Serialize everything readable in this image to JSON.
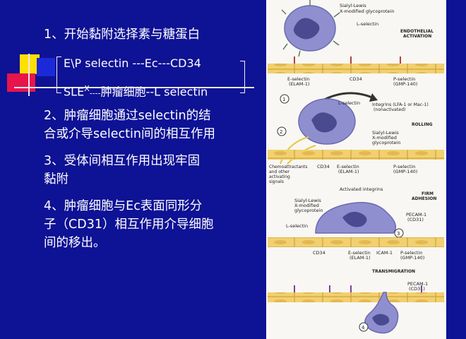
{
  "slide": {
    "point1": "1、开始黏附选择素与糖蛋白",
    "sub1": "E\\P selectin ---Ec---CD34",
    "sub2_prefix": "SLE",
    "sub2_sup": "X",
    "sub2_dashes": "----",
    "sub2_suffix": "肿瘤细胞--L selectin",
    "point2_line1": "2、肿瘤细胞通过selectin的结",
    "point2_line2": "合或介导selectin间的相互作用",
    "point3_line1": "3、受体间相互作用出现牢固",
    "point3_line2": "黏附",
    "point4_line1": "4、肿瘤细胞与Ec表面同形分",
    "point4_line2": "子（CD31）相互作用介导细胞",
    "point4_line3": "间的移出。"
  },
  "figure": {
    "stage1": {
      "title_line1": "ENDOTHELIAL",
      "title_line2": "ACTIVATION",
      "glyco_line1": "Sialyl-Lewis",
      "glyco_line2": "X-modified glycoprotein",
      "lselectin": "L-selectin",
      "eselectin_line1": "E-selectin",
      "eselectin_line2": "(ELAM-1)",
      "cd34": "CD34",
      "pselectin_line1": "P-selectin",
      "pselectin_line2": "(GMP-140)"
    },
    "stage2": {
      "title": "ROLLING",
      "step1": "1",
      "step2": "2",
      "lselectin": "L-selectin",
      "integrins_line1": "Integrins (LFA-1 or Mac-1)",
      "integrins_line2": "(nonactivated)",
      "glyco_line1": "Sialyl-Lewis",
      "glyco_line2": "X-modified",
      "glyco_line3": "glycoprotein",
      "chemo_line1": "Chemoattractants",
      "chemo_line2": "and other",
      "chemo_line3": "activating",
      "chemo_line4": "signals",
      "cd34": "CD34",
      "eselectin_line1": "E-selectin",
      "eselectin_line2": "(ELAM-1)",
      "pselectin_line1": "P-selectin",
      "pselectin_line2": "(GMP-140)"
    },
    "stage3": {
      "title_line1": "FIRM",
      "title_line2": "ADHESION",
      "step3": "3",
      "activated": "Activated integrins",
      "glyco_line1": "Sialyl-Lewis",
      "glyco_line2": "X-modified",
      "glyco_line3": "glycoprotein",
      "lselectin": "L-selectin",
      "pecam_line1": "PECAM-1",
      "pecam_line2": "(CD31)",
      "cd34": "CD34",
      "eselectin_line1": "E-selectin",
      "eselectin_line2": "(ELAM-1)",
      "icam": "ICAM-1",
      "pselectin_line1": "P-selectin",
      "pselectin_line2": "(GMP-140)"
    },
    "stage4": {
      "title": "TRANSMIGRATION",
      "pecam_line1": "PECAM-1",
      "pecam_line2": "(CD31)",
      "step4": "4"
    }
  },
  "colors": {
    "background": "#0e1294",
    "text": "#ffffff",
    "cell": "#8f8fd0",
    "endothelium": "#f2d070"
  }
}
